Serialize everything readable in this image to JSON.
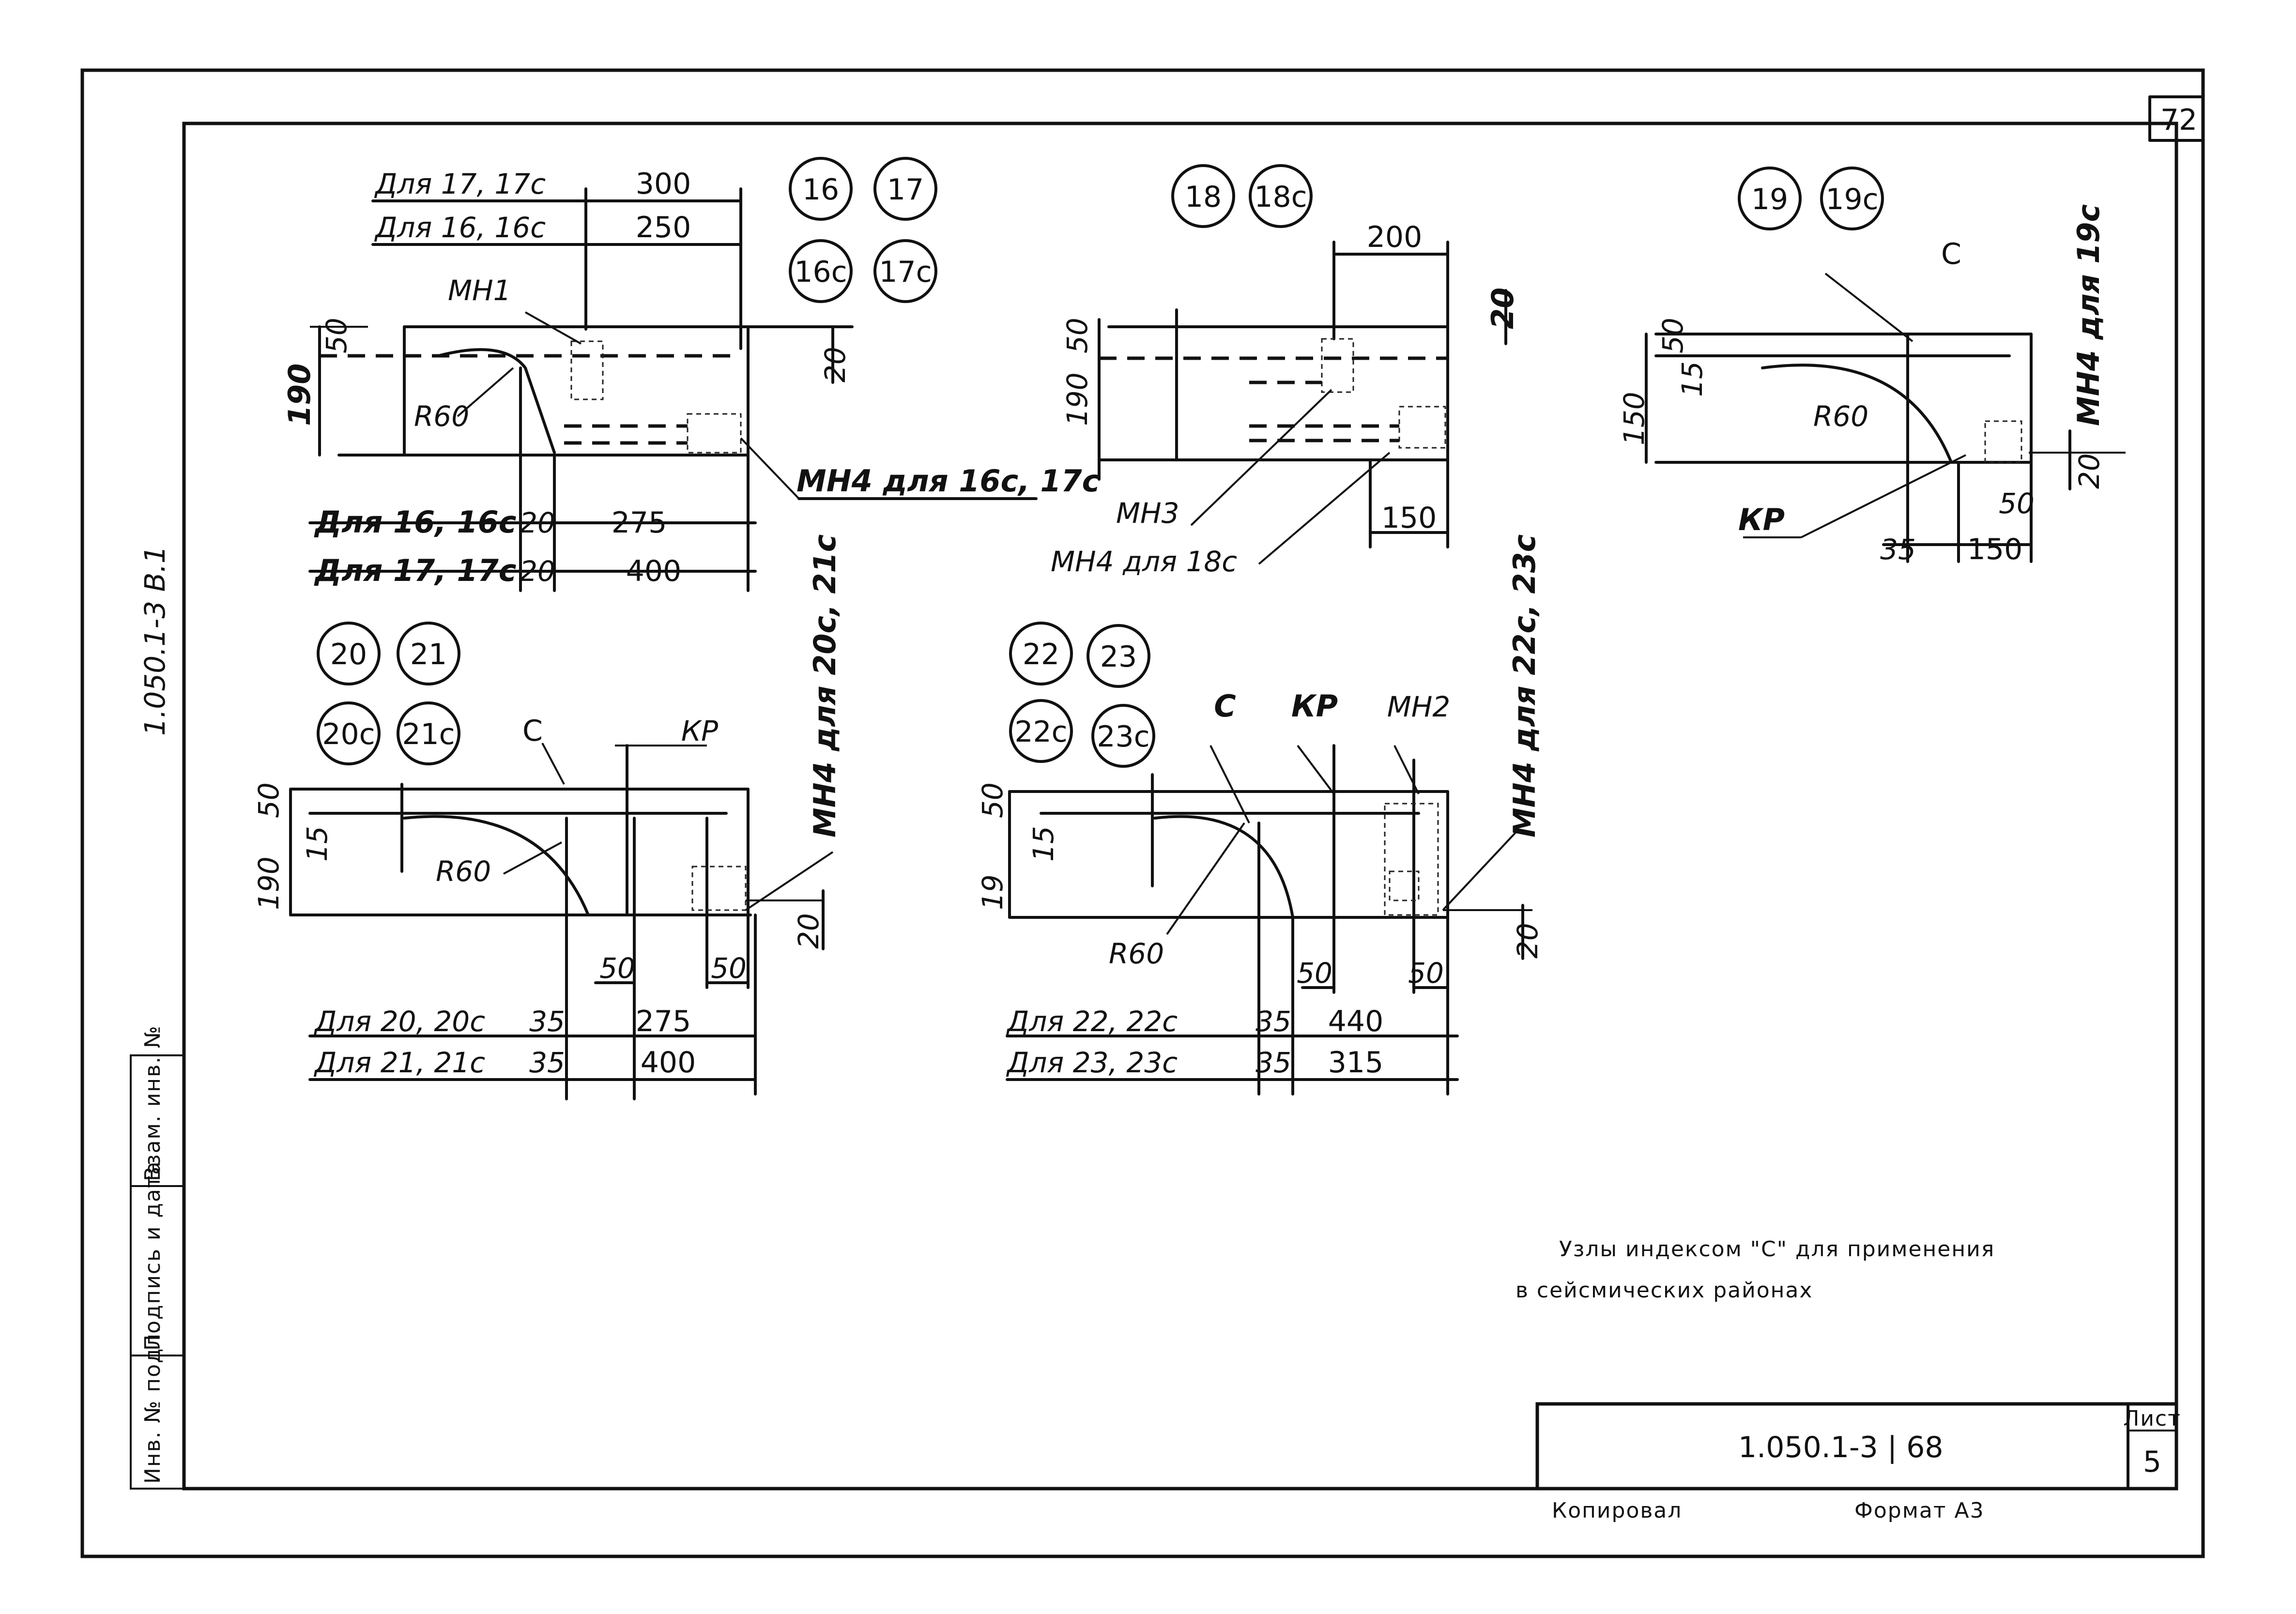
{
  "sheet": {
    "top_corner": "72",
    "side_code": "1.050.1-3   В.1",
    "doc_number": "1.050.1-3  | 68",
    "sheet_label": "Лист",
    "sheet_number": "5",
    "copied": "Копировал",
    "format": "Формат А3",
    "note_line1": "Узлы индексом \"С\" для применения",
    "note_line2": "в сейсмических районах",
    "stamp_boxes": [
      "Инв. № подл.",
      "Подпись и дата",
      "Взам. инв. №"
    ]
  },
  "node_16_17": {
    "ids": [
      "16",
      "17",
      "16с",
      "17с"
    ],
    "dim_top": [
      {
        "label": "Для 17, 17с",
        "value": "300"
      },
      {
        "label": "Для 16, 16с",
        "value": "250"
      }
    ],
    "dim_bottom": [
      {
        "label": "Для 16, 16с",
        "offset": "20",
        "value": "275"
      },
      {
        "label": "Для 17, 17с",
        "offset": "20",
        "value": "400"
      }
    ],
    "d50": "50",
    "d190": "190",
    "d20": "20",
    "mn1": "МН1",
    "r60": "R60",
    "mn4": "МН4 для 16с, 17с"
  },
  "node_18": {
    "ids": [
      "18",
      "18с"
    ],
    "d200": "200",
    "d50": "50",
    "d190": "190",
    "d20": "20",
    "d150": "150",
    "mn3": "МН3",
    "mn4": "МН4 для 18с"
  },
  "node_19": {
    "ids": [
      "19",
      "19с"
    ],
    "c": "С",
    "d50": "50",
    "d15": "15",
    "d150v": "150",
    "r60": "R60",
    "kp": "КР",
    "d35": "35",
    "d150": "150",
    "d50b": "50",
    "d20": "20",
    "mn4": "МН4 для 19с"
  },
  "node_20_21": {
    "ids": [
      "20",
      "21",
      "20с",
      "21с"
    ],
    "c": "С",
    "kp": "КР",
    "d50": "50",
    "d15": "15",
    "d190": "190",
    "r60": "R60",
    "d50a": "50",
    "d50b": "50",
    "d20": "20",
    "dims": [
      {
        "label": "Для 20, 20с",
        "offset": "35",
        "value": "275"
      },
      {
        "label": "Для 21, 21с",
        "offset": "35",
        "value": "400"
      }
    ],
    "mn4": "МН4 для 20с, 21с"
  },
  "node_22_23": {
    "ids": [
      "22",
      "23",
      "22с",
      "23с"
    ],
    "c": "С",
    "kp": "КР",
    "mn2": "МН2",
    "d50": "50",
    "d15": "15",
    "d19": "19",
    "r60": "R60",
    "d50a": "50",
    "d50b": "50",
    "d20": "20",
    "dims": [
      {
        "label": "Для 22, 22с",
        "offset": "35",
        "value": "440"
      },
      {
        "label": "Для 23, 23с",
        "offset": "35",
        "value": "315"
      }
    ],
    "mn4": "МН4 для 22с, 23с"
  }
}
